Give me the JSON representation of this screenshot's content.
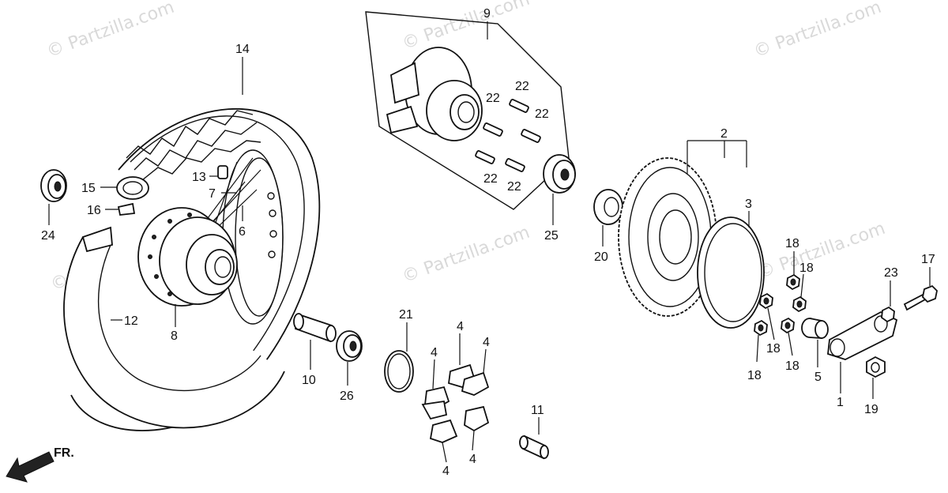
{
  "watermark": "© Partzilla.com",
  "direction_label": "FR.",
  "callouts": {
    "c1": "1",
    "c2": "2",
    "c3": "3",
    "c4a": "4",
    "c4b": "4",
    "c4c": "4",
    "c4d": "4",
    "c4e": "4",
    "c5": "5",
    "c6": "6",
    "c7": "7",
    "c8": "8",
    "c9": "9",
    "c10": "10",
    "c11": "11",
    "c12": "12",
    "c13": "13",
    "c14": "14",
    "c15": "15",
    "c16": "16",
    "c17": "17",
    "c18a": "18",
    "c18b": "18",
    "c18c": "18",
    "c18d": "18",
    "c18e": "18",
    "c19": "19",
    "c20": "20",
    "c21": "21",
    "c22a": "22",
    "c22b": "22",
    "c22c": "22",
    "c22d": "22",
    "c22e": "22",
    "c23": "23",
    "c24": "24",
    "c25": "25",
    "c26": "26"
  }
}
